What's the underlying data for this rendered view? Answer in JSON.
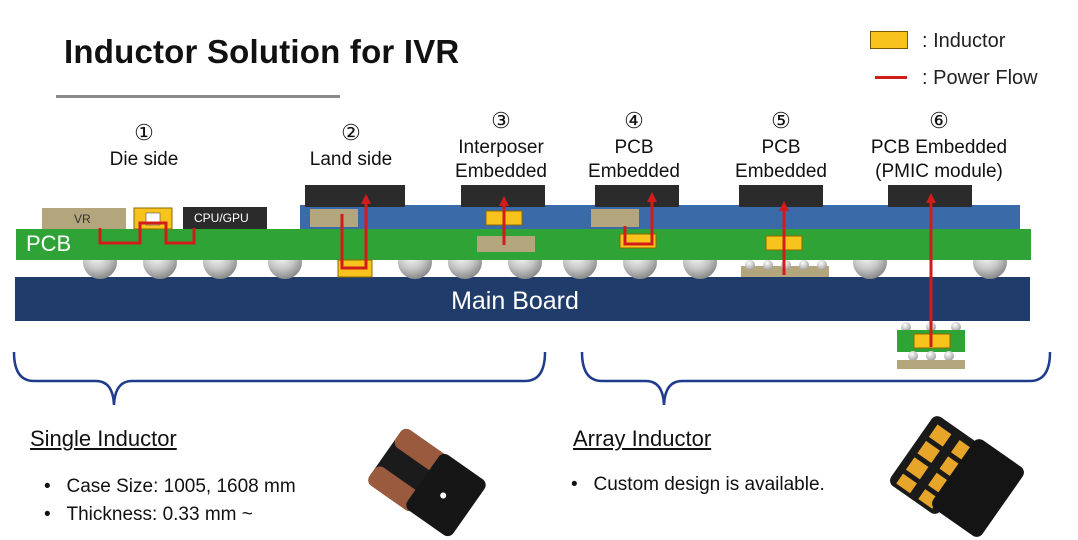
{
  "title": "Inductor Solution for IVR",
  "legend": {
    "inductor_label": ": Inductor",
    "power_flow_label": ": Power Flow",
    "inductor_color": "#f8c31c",
    "power_flow_color": "#d21c1c"
  },
  "solutions": [
    {
      "number": "①",
      "line1": "Die side",
      "line2": ""
    },
    {
      "number": "②",
      "line1": "Land side",
      "line2": ""
    },
    {
      "number": "③",
      "line1": "Interposer",
      "line2": "Embedded"
    },
    {
      "number": "④",
      "line1": "PCB",
      "line2": "Embedded"
    },
    {
      "number": "⑤",
      "line1": "PCB",
      "line2": "Embedded"
    },
    {
      "number": "⑥",
      "line1": "PCB Embedded",
      "line2": "(PMIC module)"
    }
  ],
  "diagram": {
    "vr_label": "VR",
    "cpu_label": "CPU/GPU",
    "pcb_label": "PCB",
    "main_board_label": "Main Board",
    "colors": {
      "pcb": "#2fa336",
      "main_board": "#1f3c6b",
      "interposer": "#3a6aa8",
      "die": "#2b2b2b",
      "vr": "#b3a57c"
    }
  },
  "single": {
    "title": "Single Inductor",
    "bullets": [
      "Case Size: 1005, 1608 mm",
      "Thickness: 0.33 mm ~"
    ]
  },
  "array": {
    "title": "Array Inductor",
    "bullets": [
      "Custom design is available."
    ]
  }
}
